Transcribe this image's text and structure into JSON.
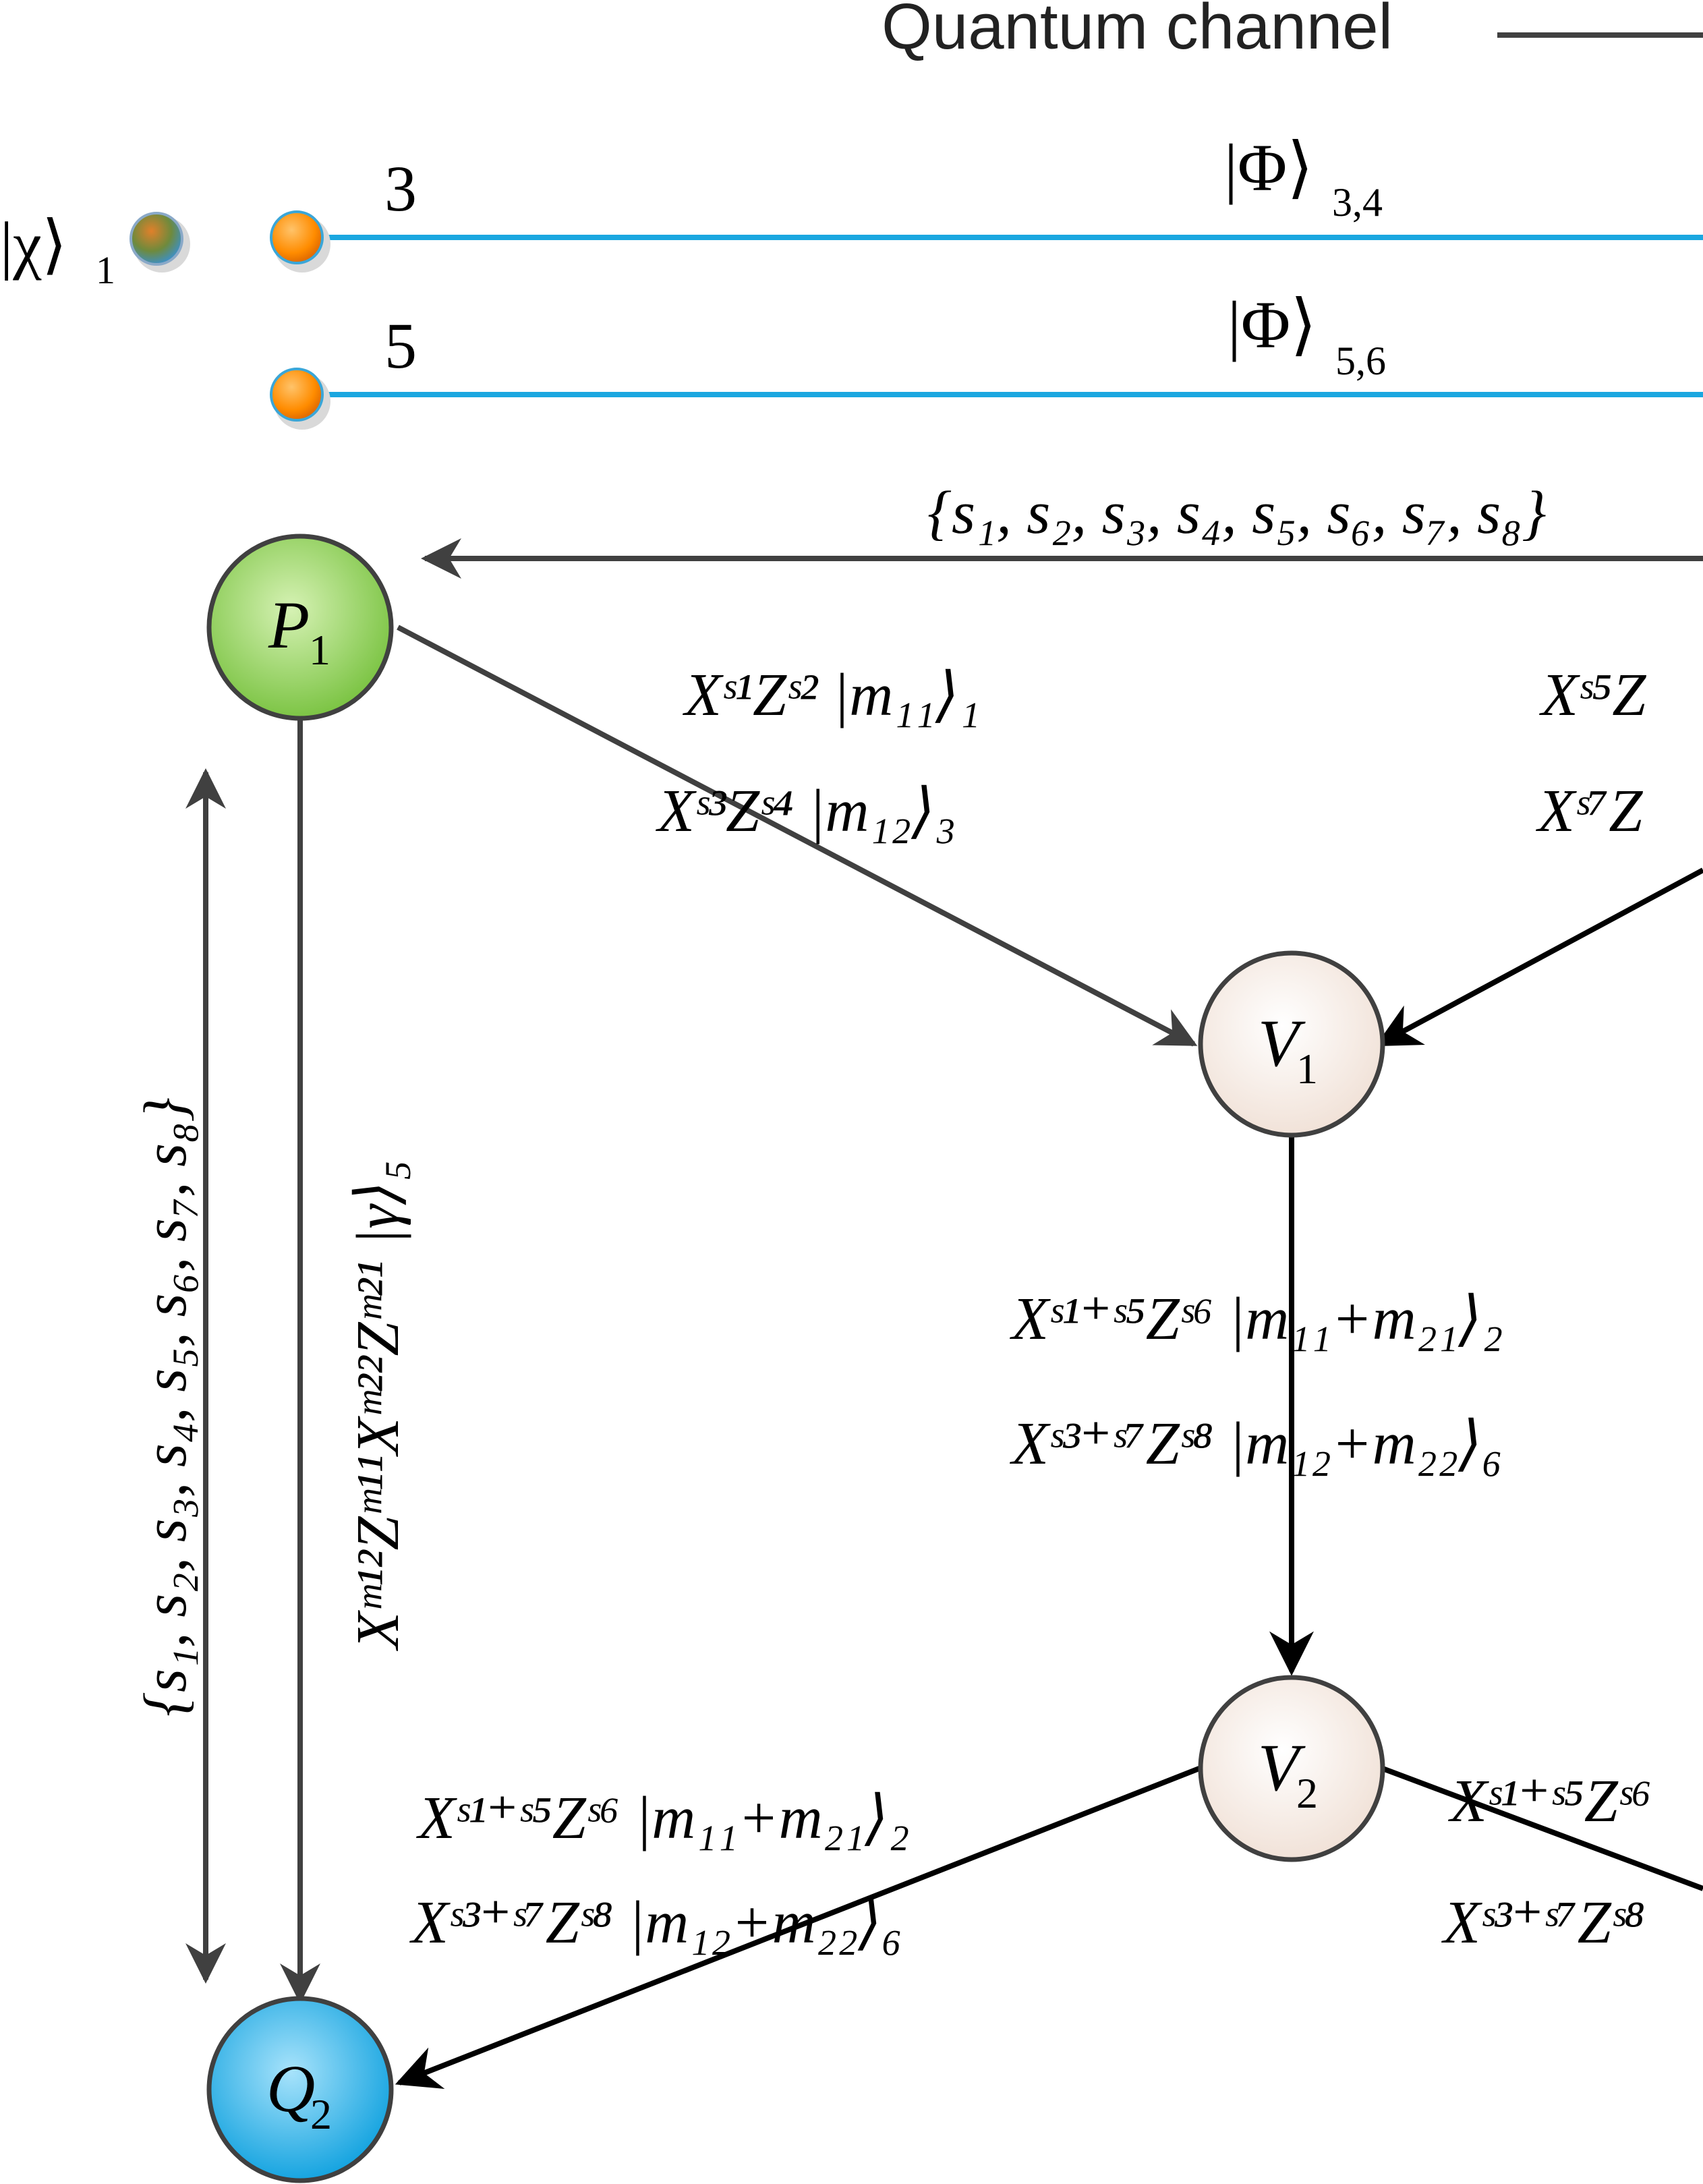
{
  "legend": {
    "quantum_channel": "Quantum channel"
  },
  "qubits": {
    "chi_ket": "|χ⟩",
    "chi_sub": "1",
    "q3": "3",
    "q5": "5",
    "phi34_ket": "|Φ⟩",
    "phi34_sub": "3,4",
    "phi56_ket": "|Φ⟩",
    "phi56_sub": "5,6"
  },
  "nodes": {
    "p1": {
      "letter": "P",
      "sub": "1"
    },
    "v1": {
      "letter": "V",
      "sub": "1"
    },
    "v2": {
      "letter": "V",
      "sub": "2"
    },
    "q2": {
      "letter": "Q",
      "sub": "2"
    }
  },
  "labels": {
    "broadcast_top": "{s₁, s₂, s₃, s₄, s₅, s₆, s₇, s₈}",
    "broadcast_left": "{s₁, s₂, s₃, s₄, s₅, s₆, s₇, s₈}",
    "p1_v1_line1": "Xˢ¹Zˢ² |m₁₁⟩₁",
    "p1_v1_line2": "Xˢ³Zˢ⁴ |m₁₂⟩₃",
    "right_v1_line1": "Xˢ⁵Z",
    "right_v1_line2": "Xˢ⁷Z",
    "v1_v2_line1": "Xˢ¹⁺ˢ⁵Zˢ⁶ |m₁₁+m₂₁⟩₂",
    "v1_v2_line2": "Xˢ³⁺ˢ⁷Zˢ⁸ |m₁₂+m₂₂⟩₆",
    "v2_q2_line1": "Xˢ¹⁺ˢ⁵Zˢ⁶ |m₁₁+m₂₁⟩₂",
    "v2_q2_line2": "Xˢ³⁺ˢ⁷Zˢ⁸ |m₁₂+m₂₂⟩₆",
    "v2_right_line1": "Xˢ¹⁺ˢ⁵Zˢ⁶",
    "v2_right_line2": "Xˢ³⁺ˢ⁷Zˢ⁸",
    "p1_q2_vertical": "Xᵐ¹²Zᵐ¹¹Xᵐ²²Zᵐ²¹ |γ⟩₅"
  },
  "colors": {
    "quantum_line": "#1aa7e0",
    "arrow_gray": "#404040",
    "arrow_black": "#000000",
    "p1_fill": "#8fd155",
    "v_fill": "#f7eee8",
    "q2_fill": "#27b2ea",
    "qubit_orange": "#ff9a1a",
    "chi_dot": "#7a8a3a"
  }
}
